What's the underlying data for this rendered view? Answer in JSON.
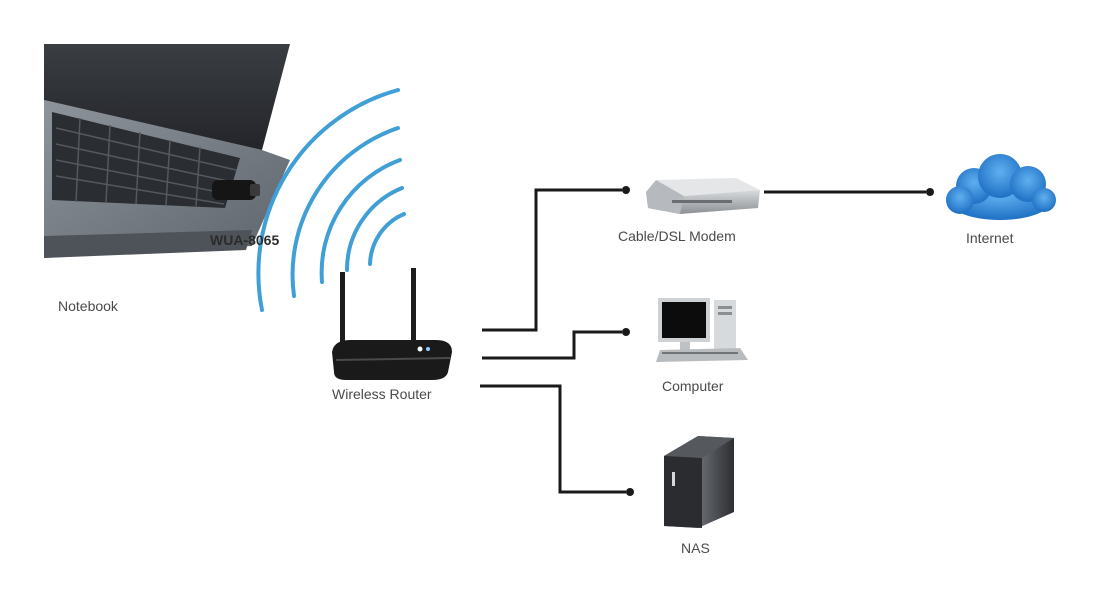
{
  "labels": {
    "notebook": "Notebook",
    "adapter": "WUA-8065",
    "router": "Wireless Router",
    "modem": "Cable/DSL Modem",
    "internet": "Internet",
    "computer": "Computer",
    "nas": "NAS"
  },
  "colors": {
    "wifi_waves": "#3f9fd6",
    "cloud": "#2f86d8",
    "links": "#1a1a1a",
    "label_text": "#4a4a4a"
  },
  "icons": [
    "laptop-icon",
    "usb-adapter-icon",
    "router-icon",
    "modem-icon",
    "cloud-icon",
    "desktop-computer-icon",
    "nas-icon"
  ]
}
